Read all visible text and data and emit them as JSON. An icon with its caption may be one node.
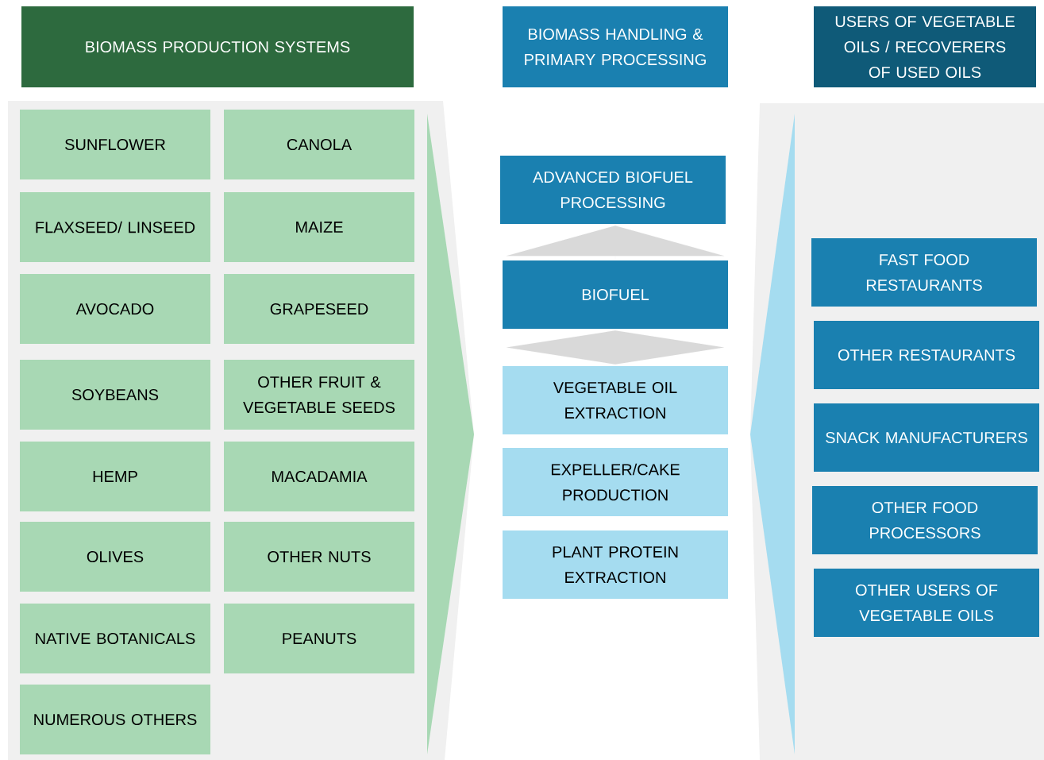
{
  "diagram": {
    "nodes": [
      {
        "text": [
          "BIOMASS PRODUCTION SYSTEMS"
        ]
      },
      {
        "text": [
          "BIOMASS HANDLING & PRIMARY PROCESSING"
        ]
      },
      {
        "text": [
          "USERS OF VEGETABLE OILS / RECOVERERS OF USED OILS"
        ]
      },
      {
        "text": [],
        "shape": "box"
      },
      {
        "text": [
          "SUNFLOWER"
        ],
        "in": 3
      },
      {
        "text": [
          "CANOLA"
        ],
        "in": 3
      },
      {
        "text": [
          "FLAXSEED/ LINSEED"
        ],
        "in": 3
      },
      {
        "text": [
          "MAIZE"
        ],
        "in": 3
      },
      {
        "text": [
          "AVOCADO"
        ],
        "in": 3
      },
      {
        "text": [
          "GRAPESEED"
        ],
        "in": 3
      },
      {
        "text": [
          "SOYBEANS"
        ],
        "in": 3
      },
      {
        "text": [
          "OTHER FRUIT & VEGETABLE SEEDS"
        ],
        "in": 3
      },
      {
        "text": [
          "HEMP"
        ],
        "in": 3
      },
      {
        "text": [
          "MACADAMIA"
        ],
        "in": 3
      },
      {
        "text": [
          "OLIVES"
        ],
        "in": 3
      },
      {
        "text": [
          "OTHER NUTS"
        ],
        "in": 3
      },
      {
        "text": [
          "NATIVE BOTANICALS"
        ],
        "in": 3
      },
      {
        "text": [
          "PEANUTS"
        ],
        "in": 3
      },
      {
        "text": [
          "NUMEROUS OTHERS"
        ],
        "in": 3
      },
      {
        "text": [
          "ADVANCED BIOFUEL PROCESSING"
        ]
      },
      {
        "text": [
          "BIOFUEL"
        ]
      },
      {
        "text": [
          "VEGETABLE OIL EXTRACTION"
        ]
      },
      {
        "text": [
          "EXPELLER/CAKE PRODUCTION"
        ]
      },
      {
        "text": [
          "PLANT PROTEIN EXTRACTION"
        ]
      },
      {
        "text": [],
        "shape": "box"
      },
      {
        "text": [
          "FAST FOOD RESTAURANTS"
        ],
        "in": 24
      },
      {
        "text": [
          "OTHER RESTAURANTS"
        ],
        "in": 24
      },
      {
        "text": [
          "SNACK MANUFACTURERS"
        ],
        "in": 24
      },
      {
        "text": [
          "OTHER FOOD PROCESSORS"
        ],
        "in": 24
      },
      {
        "text": [
          "OTHER USERS OF VEGETABLE OILS"
        ],
        "in": 24
      }
    ],
    "edges": [
      {
        "from": 20,
        "to": 19,
        "arrow": "to"
      },
      {
        "from": 21,
        "to": 20,
        "arrow": "both"
      }
    ]
  }
}
